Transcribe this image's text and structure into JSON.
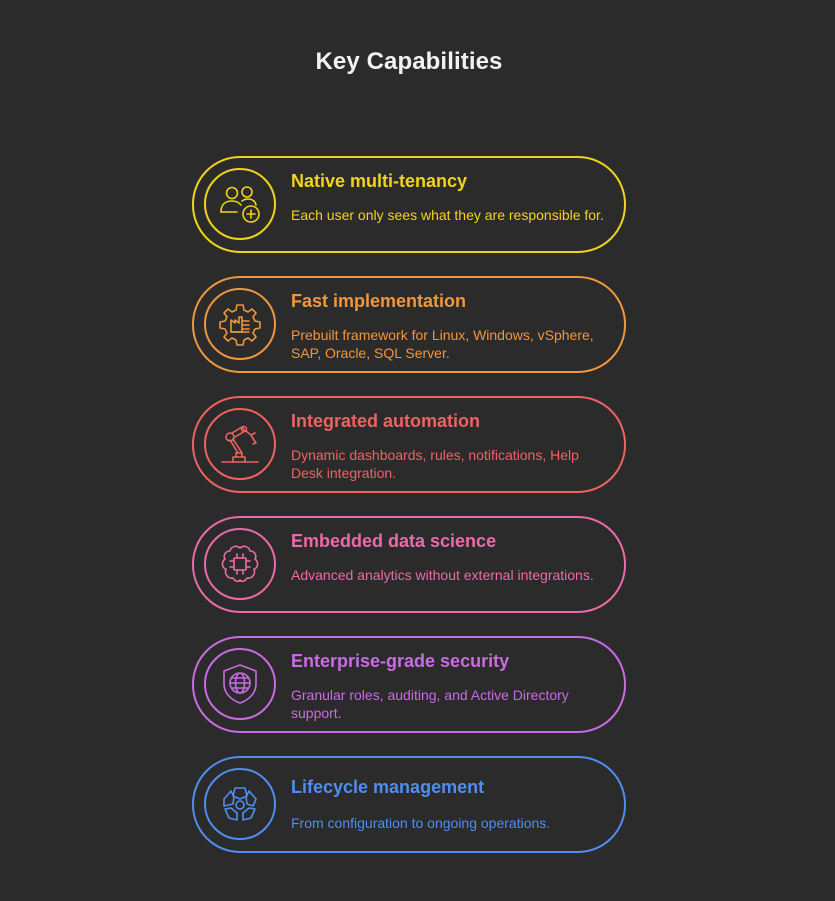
{
  "title": "Key Capabilities",
  "colors": {
    "background": "#2b2b2b",
    "title": "#f2f2f2",
    "yellow": "#f2d31b",
    "orange": "#f0963c",
    "red": "#ee6262",
    "pink": "#ec6aa8",
    "purple": "#c96be3",
    "blue": "#4f8ef0"
  },
  "capabilities": [
    {
      "title": "Native multi-tenancy",
      "description": "Each user only sees what they are responsible for.",
      "icon": "users-plus-icon",
      "color": "#f2d31b"
    },
    {
      "title": "Fast implementation",
      "description": "Prebuilt framework for Linux, Windows, vSphere, SAP, Oracle, SQL Server.",
      "icon": "gear-factory-icon",
      "color": "#f0963c"
    },
    {
      "title": "Integrated automation",
      "description": "Dynamic dashboards, rules, notifications, Help Desk integration.",
      "icon": "robot-arm-icon",
      "color": "#ee6262"
    },
    {
      "title": "Embedded data science",
      "description": "Advanced analytics without external integrations.",
      "icon": "brain-chip-icon",
      "color": "#ec6aa8"
    },
    {
      "title": "Enterprise-grade security",
      "description": "Granular roles, auditing, and Active Directory support.",
      "icon": "shield-globe-icon",
      "color": "#c96be3"
    },
    {
      "title": "Lifecycle management",
      "description": "From configuration to ongoing operations.",
      "icon": "cycle-icon",
      "color": "#4f8ef0"
    }
  ]
}
